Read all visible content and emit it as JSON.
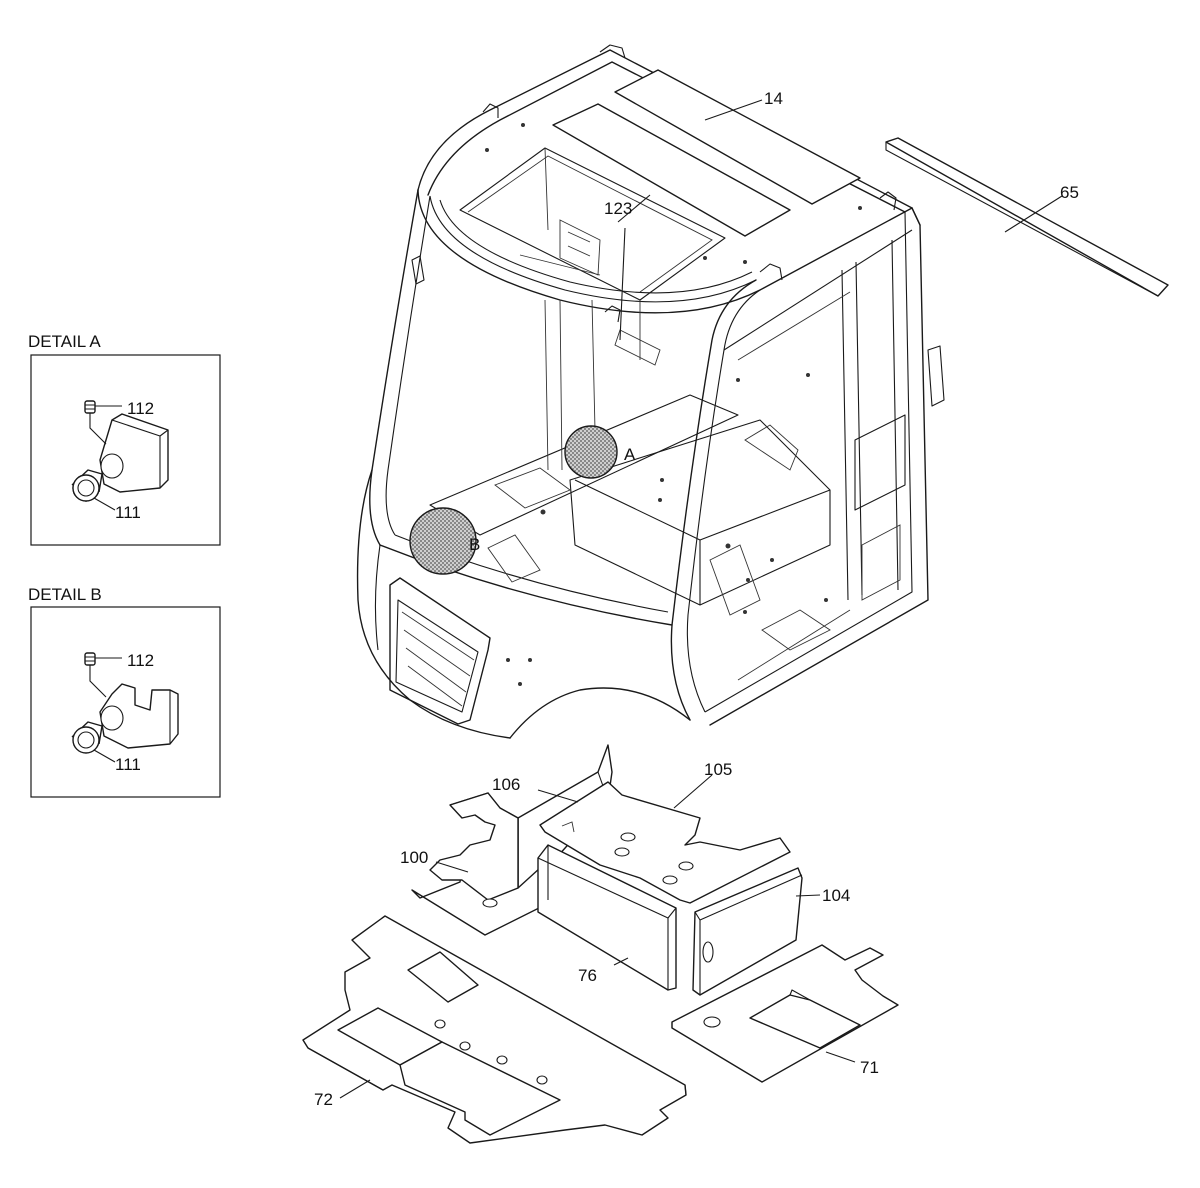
{
  "details": [
    {
      "id": "A",
      "title": "DETAIL A",
      "callouts": [
        "112",
        "111"
      ]
    },
    {
      "id": "B",
      "title": "DETAIL B",
      "callouts": [
        "112",
        "111"
      ]
    }
  ],
  "magnifier_markers": [
    "A",
    "B"
  ],
  "part_callouts": [
    "14",
    "65",
    "123",
    "105",
    "106",
    "100",
    "104",
    "76",
    "71",
    "72"
  ]
}
